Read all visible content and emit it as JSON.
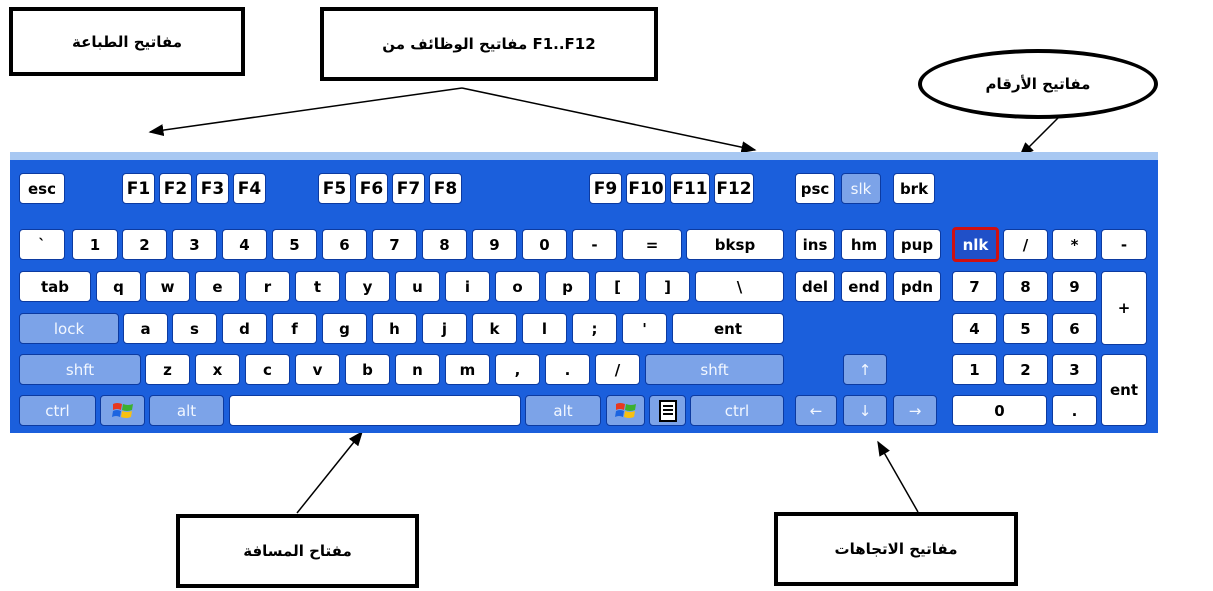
{
  "callouts": {
    "typing": "مفاتيح الطباعة",
    "function": "مفاتيح الوظائف من F1..F12",
    "numbers": "مفاتيح الأرقام",
    "space": "مفتاح المسافة",
    "arrows": "مفاتيح الاتجاهات"
  },
  "keys": {
    "esc": "esc",
    "f1": "F1",
    "f2": "F2",
    "f3": "F3",
    "f4": "F4",
    "f5": "F5",
    "f6": "F6",
    "f7": "F7",
    "f8": "F8",
    "f9": "F9",
    "f10": "F10",
    "f11": "F11",
    "f12": "F12",
    "psc": "psc",
    "slk": "slk",
    "brk": "brk",
    "backtick": "`",
    "d1": "1",
    "d2": "2",
    "d3": "3",
    "d4": "4",
    "d5": "5",
    "d6": "6",
    "d7": "7",
    "d8": "8",
    "d9": "9",
    "d0": "0",
    "minus": "-",
    "equals": "=",
    "bksp": "bksp",
    "ins": "ins",
    "hm": "hm",
    "pup": "pup",
    "tab": "tab",
    "q": "q",
    "w": "w",
    "e": "e",
    "r": "r",
    "t": "t",
    "y": "y",
    "u": "u",
    "i": "i",
    "o": "o",
    "p": "p",
    "lbracket": "[",
    "rbracket": "]",
    "backslash": "\\",
    "del": "del",
    "end": "end",
    "pdn": "pdn",
    "lock": "lock",
    "a": "a",
    "s": "s",
    "d": "d",
    "f": "f",
    "g": "g",
    "h": "h",
    "j": "j",
    "k": "k",
    "l": "l",
    "semicolon": ";",
    "quote": "'",
    "ent": "ent",
    "shft": "shft",
    "z": "z",
    "x": "x",
    "c": "c",
    "v": "v",
    "b": "b",
    "n": "n",
    "m": "m",
    "comma": ",",
    "period": ".",
    "slash": "/",
    "ctrl": "ctrl",
    "alt": "alt",
    "left_arrow": "←",
    "up_arrow": "↑",
    "down_arrow": "↓",
    "right_arrow": "→",
    "nlk": "nlk",
    "np_div": "/",
    "np_mul": "*",
    "np_minus": "-",
    "np_plus": "+",
    "np7": "7",
    "np8": "8",
    "np9": "9",
    "np4": "4",
    "np5": "5",
    "np6": "6",
    "np1": "1",
    "np2": "2",
    "np3": "3",
    "np0": "0",
    "np_dot": ".",
    "np_ent": "ent"
  },
  "colors": {
    "keyboard_blue": "#1b5fdc",
    "key_face": "#ffffff",
    "modifier_key": "#7ca3e8",
    "numlock_border": "#d01010"
  }
}
